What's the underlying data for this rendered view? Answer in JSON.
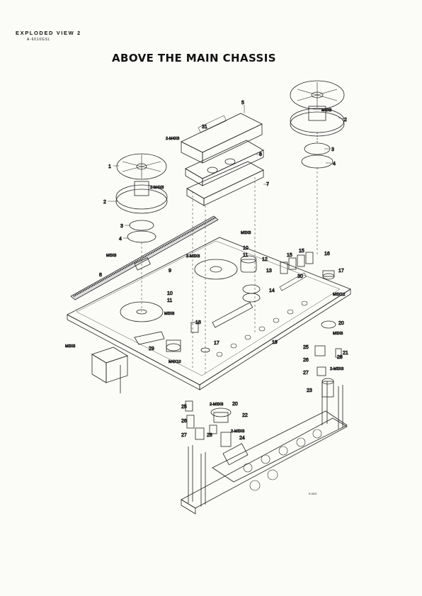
{
  "header": {
    "line1": "EXPLODED VIEW 2",
    "line2": "A-6010GSL",
    "title": "ABOVE THE MAIN CHASSIS",
    "footnote": "R-0401"
  },
  "callouts": {
    "c1": "1",
    "c2": "2",
    "c3": "3",
    "c4": "4",
    "c5": "5",
    "c6": "6",
    "c7": "7",
    "c8": "8",
    "c9": "9",
    "c10": "10",
    "c11": "11",
    "c12": "12",
    "c13": "13",
    "c14": "14",
    "c15": "15",
    "c16": "16",
    "c17": "17",
    "c18": "18",
    "c19": "19",
    "c20": "20",
    "c21": "21",
    "c22": "22",
    "c23": "23",
    "c24": "24",
    "c25": "25",
    "c26": "26",
    "c27": "27",
    "c28": "28",
    "c29": "29",
    "c30": "30",
    "c31": "31"
  },
  "screws": {
    "m4x8": "M4X8",
    "two_m4x6": "2-M4X6",
    "m3x6": "M3X6",
    "two_m3x6": "2-M3X6",
    "m3x8": "M3X8",
    "m3x12": "M3X12",
    "m4x10": "M4X10",
    "two_m4x8": "2-M4X8"
  }
}
